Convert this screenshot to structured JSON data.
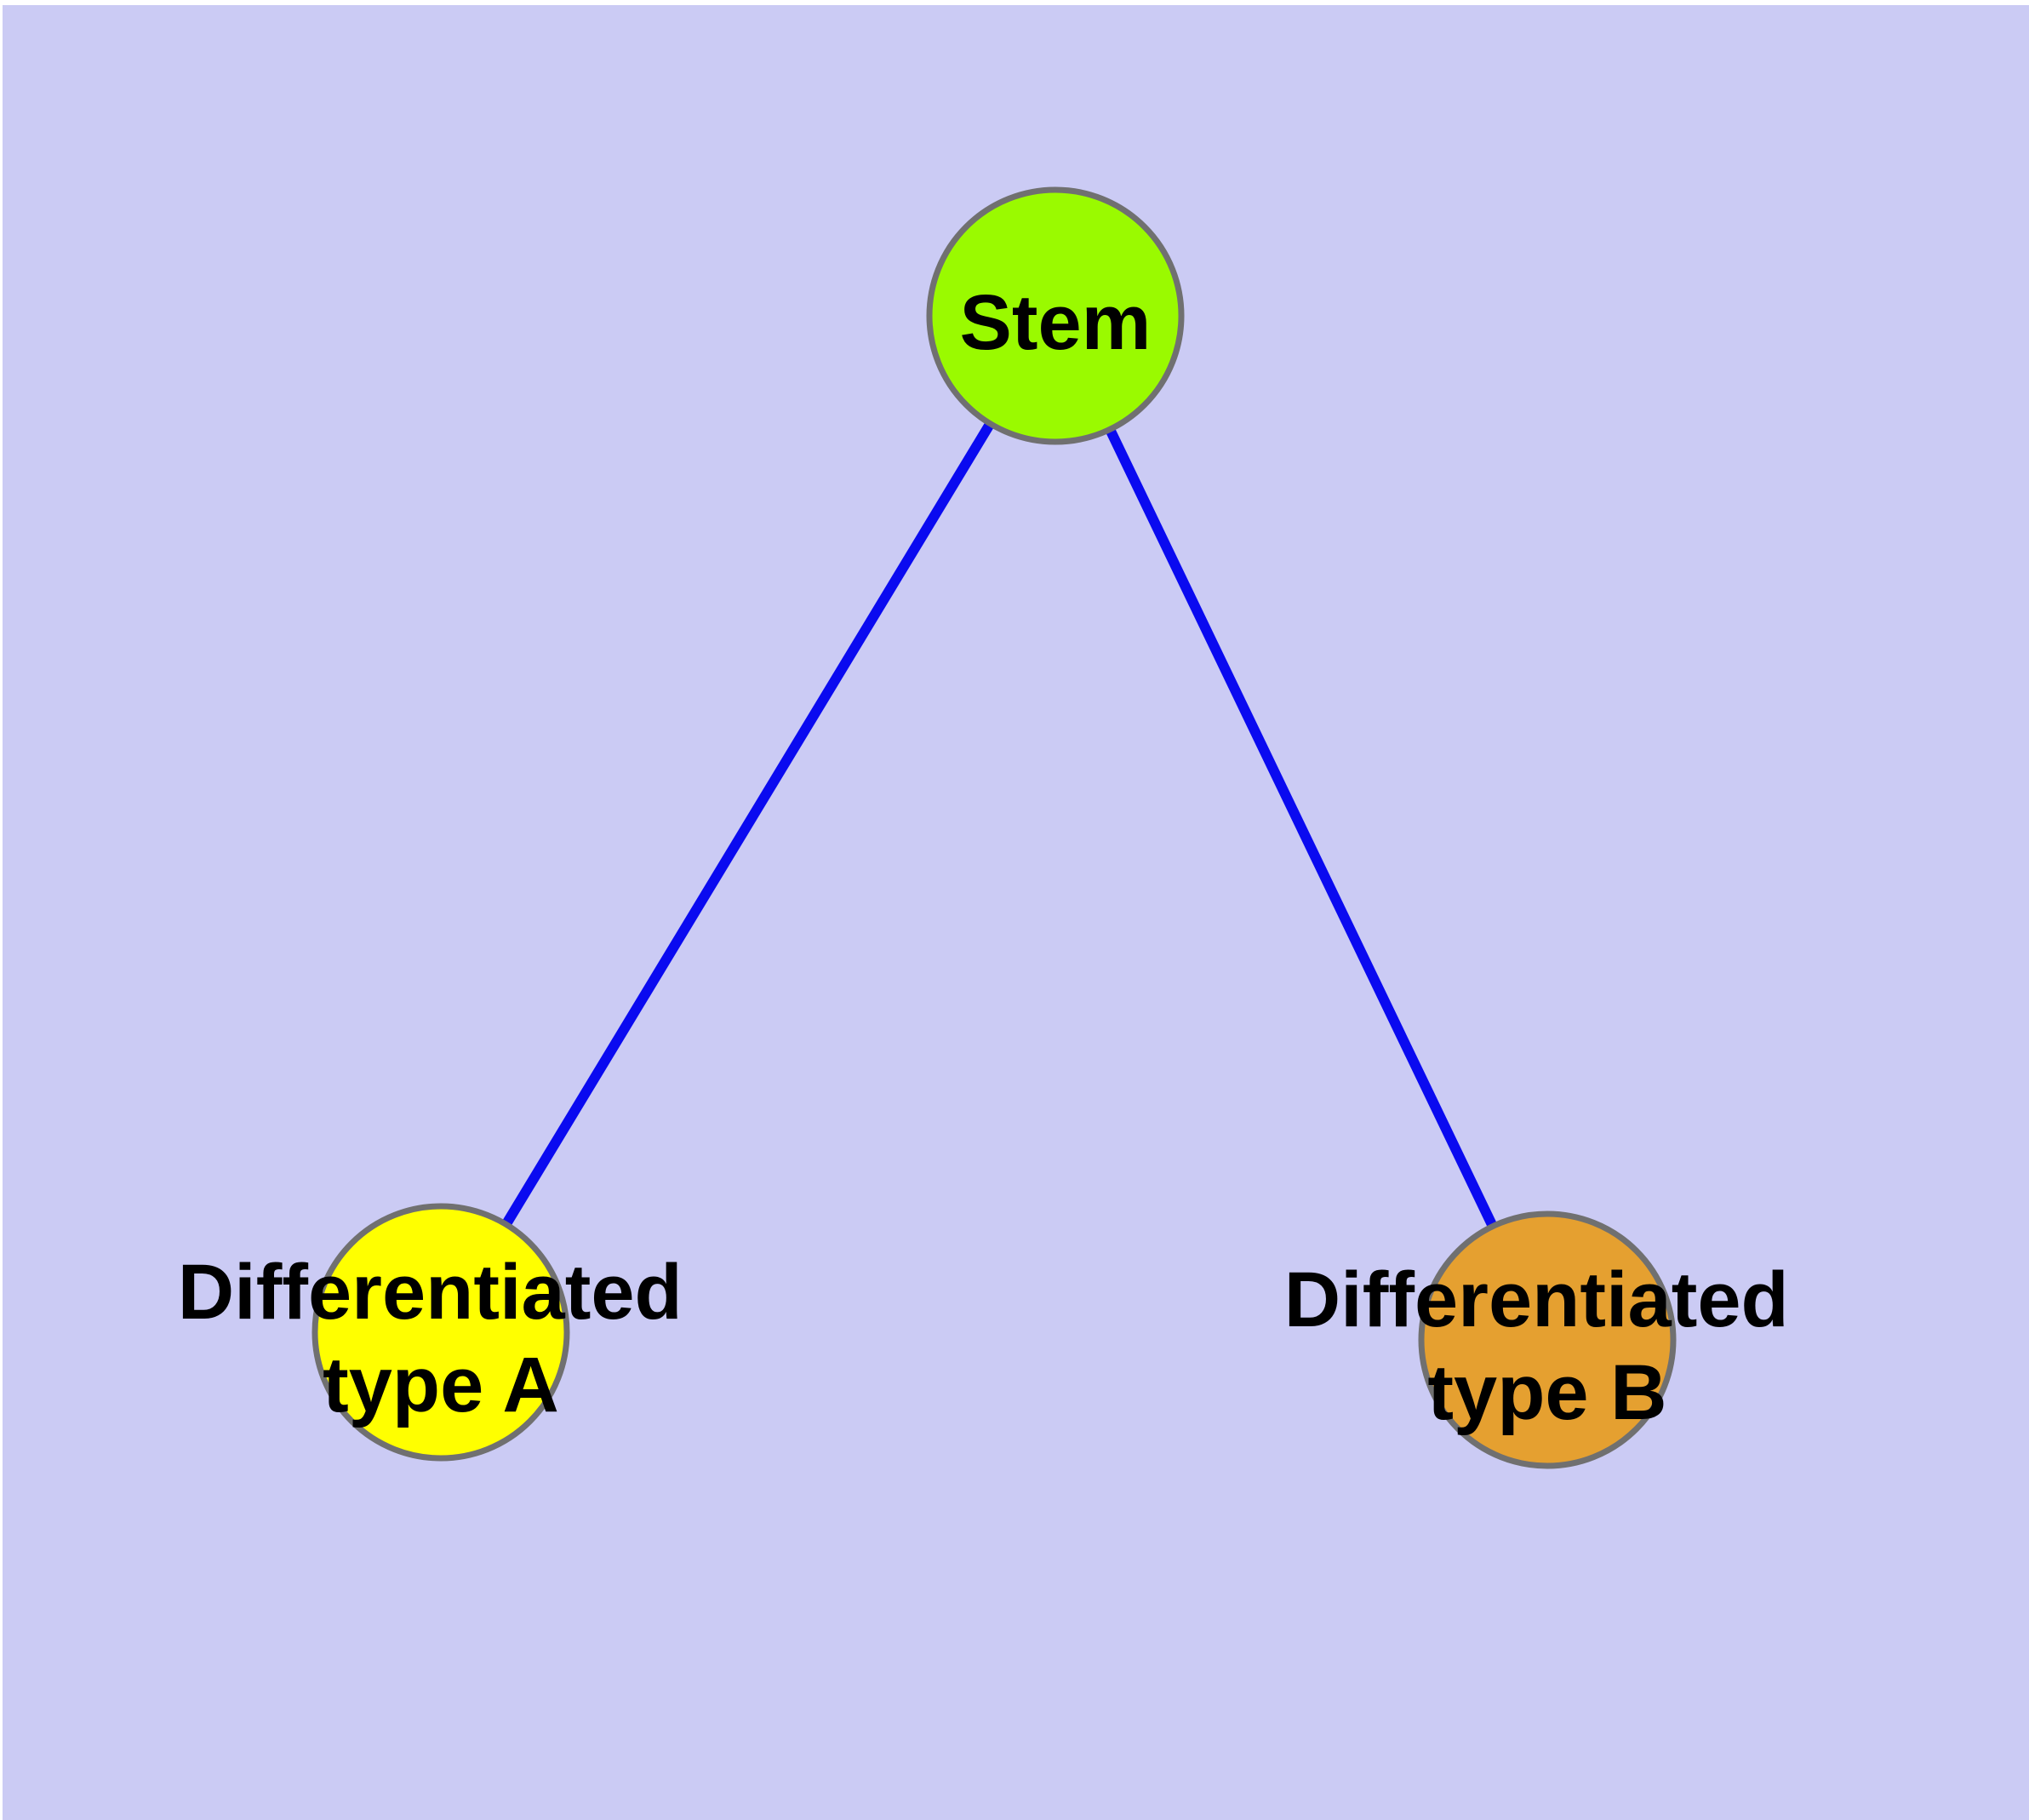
{
  "diagram": {
    "type": "graph",
    "colors": {
      "page_margin": "#FFFFFF",
      "background": "#CBCBF4",
      "edge": "#0A0AF0",
      "node_border": "#707070",
      "label": "#000000",
      "stem_fill": "#9AFA00",
      "type_a_fill": "#FFFF00",
      "type_b_fill": "#E5A030"
    },
    "nodes": [
      {
        "id": "stem",
        "label": "Stem",
        "fill": "#9AFA00"
      },
      {
        "id": "differentiated-type-a",
        "label": "Differentiated type A",
        "label_line1": "Differentiated",
        "label_line2": "type A",
        "fill": "#FFFF00"
      },
      {
        "id": "differentiated-type-b",
        "label": "Differentiated type B",
        "label_line1": "Differentiated",
        "label_line2": "type B",
        "fill": "#E5A030"
      }
    ],
    "edges": [
      {
        "from": "Stem",
        "to": "Differentiated type A"
      },
      {
        "from": "Stem",
        "to": "Differentiated type B"
      }
    ]
  }
}
